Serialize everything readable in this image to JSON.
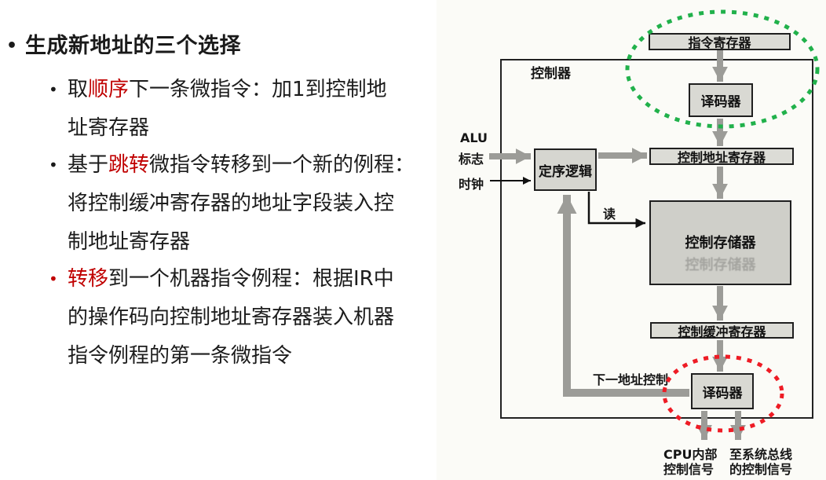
{
  "slide": {
    "title_bullet": "•",
    "title": "生成新地址的三个选择",
    "bullets": [
      {
        "bullet": "•",
        "lines": [
          {
            "segs": [
              {
                "t": "取"
              },
              {
                "t": "顺序",
                "red": true
              },
              {
                "t": "下一条微指令：加1到控制地"
              }
            ]
          },
          {
            "segs": [
              {
                "t": "址寄存器"
              }
            ]
          }
        ]
      },
      {
        "bullet": "•",
        "lines": [
          {
            "segs": [
              {
                "t": "基于"
              },
              {
                "t": "跳转",
                "red": true
              },
              {
                "t": "微指令转移到一个新的例程："
              }
            ]
          },
          {
            "segs": [
              {
                "t": "将控制缓冲寄存器的地址字段装入控"
              }
            ]
          },
          {
            "segs": [
              {
                "t": "制地址寄存器"
              }
            ]
          }
        ]
      },
      {
        "bullet": "•",
        "red_bullet": true,
        "lines": [
          {
            "segs": [
              {
                "t": "转移",
                "red": true
              },
              {
                "t": "到一个机器指令例程：根据IR中"
              }
            ]
          },
          {
            "segs": [
              {
                "t": "的操作码向控制地址寄存器装入机器"
              }
            ]
          },
          {
            "segs": [
              {
                "t": "指令例程的第一条微指令"
              }
            ]
          }
        ]
      }
    ]
  },
  "diagram": {
    "container_label": "控制器",
    "boxes": {
      "instruction_register": "指令寄存器",
      "decoder_top": "译码器",
      "control_address_register": "控制地址寄存器",
      "control_memory": "控制存储器",
      "control_memory_ghost": "控制存储器",
      "control_buffer_register": "控制缓冲寄存器",
      "decoder_bottom": "译码器",
      "sequencing_logic": "定序逻辑"
    },
    "labels": {
      "alu_line1": "ALU",
      "alu_line2": "标志",
      "clock": "时钟",
      "read": "读",
      "next_address_control": "下一地址控制",
      "cpu_internal_line1": "CPU内部",
      "cpu_internal_line2": "控制信号",
      "system_bus_line1": "至系统总线",
      "system_bus_line2": "的控制信号"
    },
    "colors": {
      "red_text": "#c00000",
      "green_ellipse": "#21b14b",
      "red_ellipse": "#ee1c25",
      "arrow_gray": "#9c9c98",
      "box_fill": "#dcdcd6"
    }
  }
}
